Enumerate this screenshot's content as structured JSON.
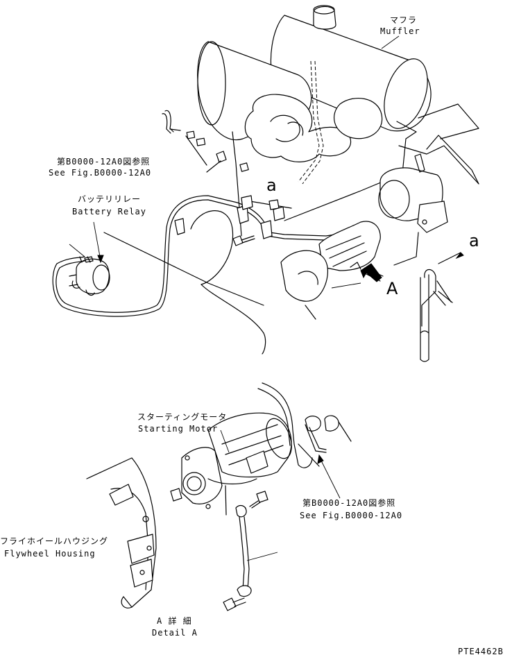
{
  "labels": {
    "muffler_jp": "マフラ",
    "muffler_en": "Muffler",
    "ref1_jp": "第B0000-12A0図参照",
    "ref1_en": "See Fig.B0000-12A0",
    "battery_relay_jp": "バッテリリレー",
    "battery_relay_en": "Battery Relay",
    "marker_a_small_1": "a",
    "marker_a_small_2": "a",
    "marker_A": "A",
    "starting_motor_jp": "スターティングモータ",
    "starting_motor_en": "Starting Motor",
    "ref2_jp": "第B0000-12A0図参照",
    "ref2_en": "See Fig.B0000-12A0",
    "flywheel_jp": "フライホイールハウジング",
    "flywheel_en": "Flywheel Housing",
    "detail_jp": "A 詳 細",
    "detail_en": "Detail A",
    "drawing_number": "PTE4462B"
  }
}
